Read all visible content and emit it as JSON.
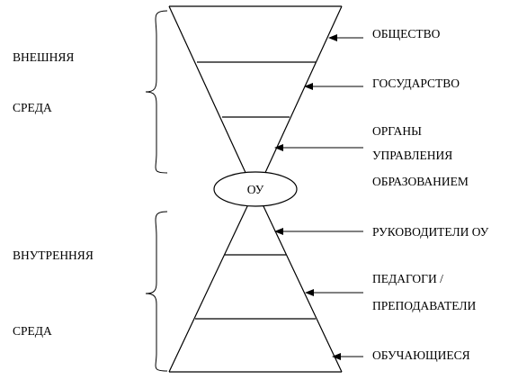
{
  "external": {
    "label_line1": "ВНЕШНЯЯ",
    "label_line2": "СРЕДА",
    "items": [
      {
        "lines": [
          "ОБЩЕСТВО"
        ]
      },
      {
        "lines": [
          "ГОСУДАРСТВО"
        ]
      },
      {
        "lines": [
          "ОРГАНЫ",
          "УПРАВЛЕНИЯ",
          "ОБРАЗОВАНИЕМ"
        ]
      }
    ]
  },
  "center": {
    "label": "ОУ"
  },
  "internal": {
    "label_line1": "ВНУТРЕННЯЯ",
    "label_line2": "СРЕДА",
    "items": [
      {
        "lines": [
          "РУКОВОДИТЕЛИ ОУ"
        ]
      },
      {
        "lines": [
          "ПЕДАГОГИ /",
          "ПРЕПОДАВАТЕЛИ"
        ]
      },
      {
        "lines": [
          "ОБУЧАЮЩИЕСЯ"
        ]
      }
    ]
  }
}
